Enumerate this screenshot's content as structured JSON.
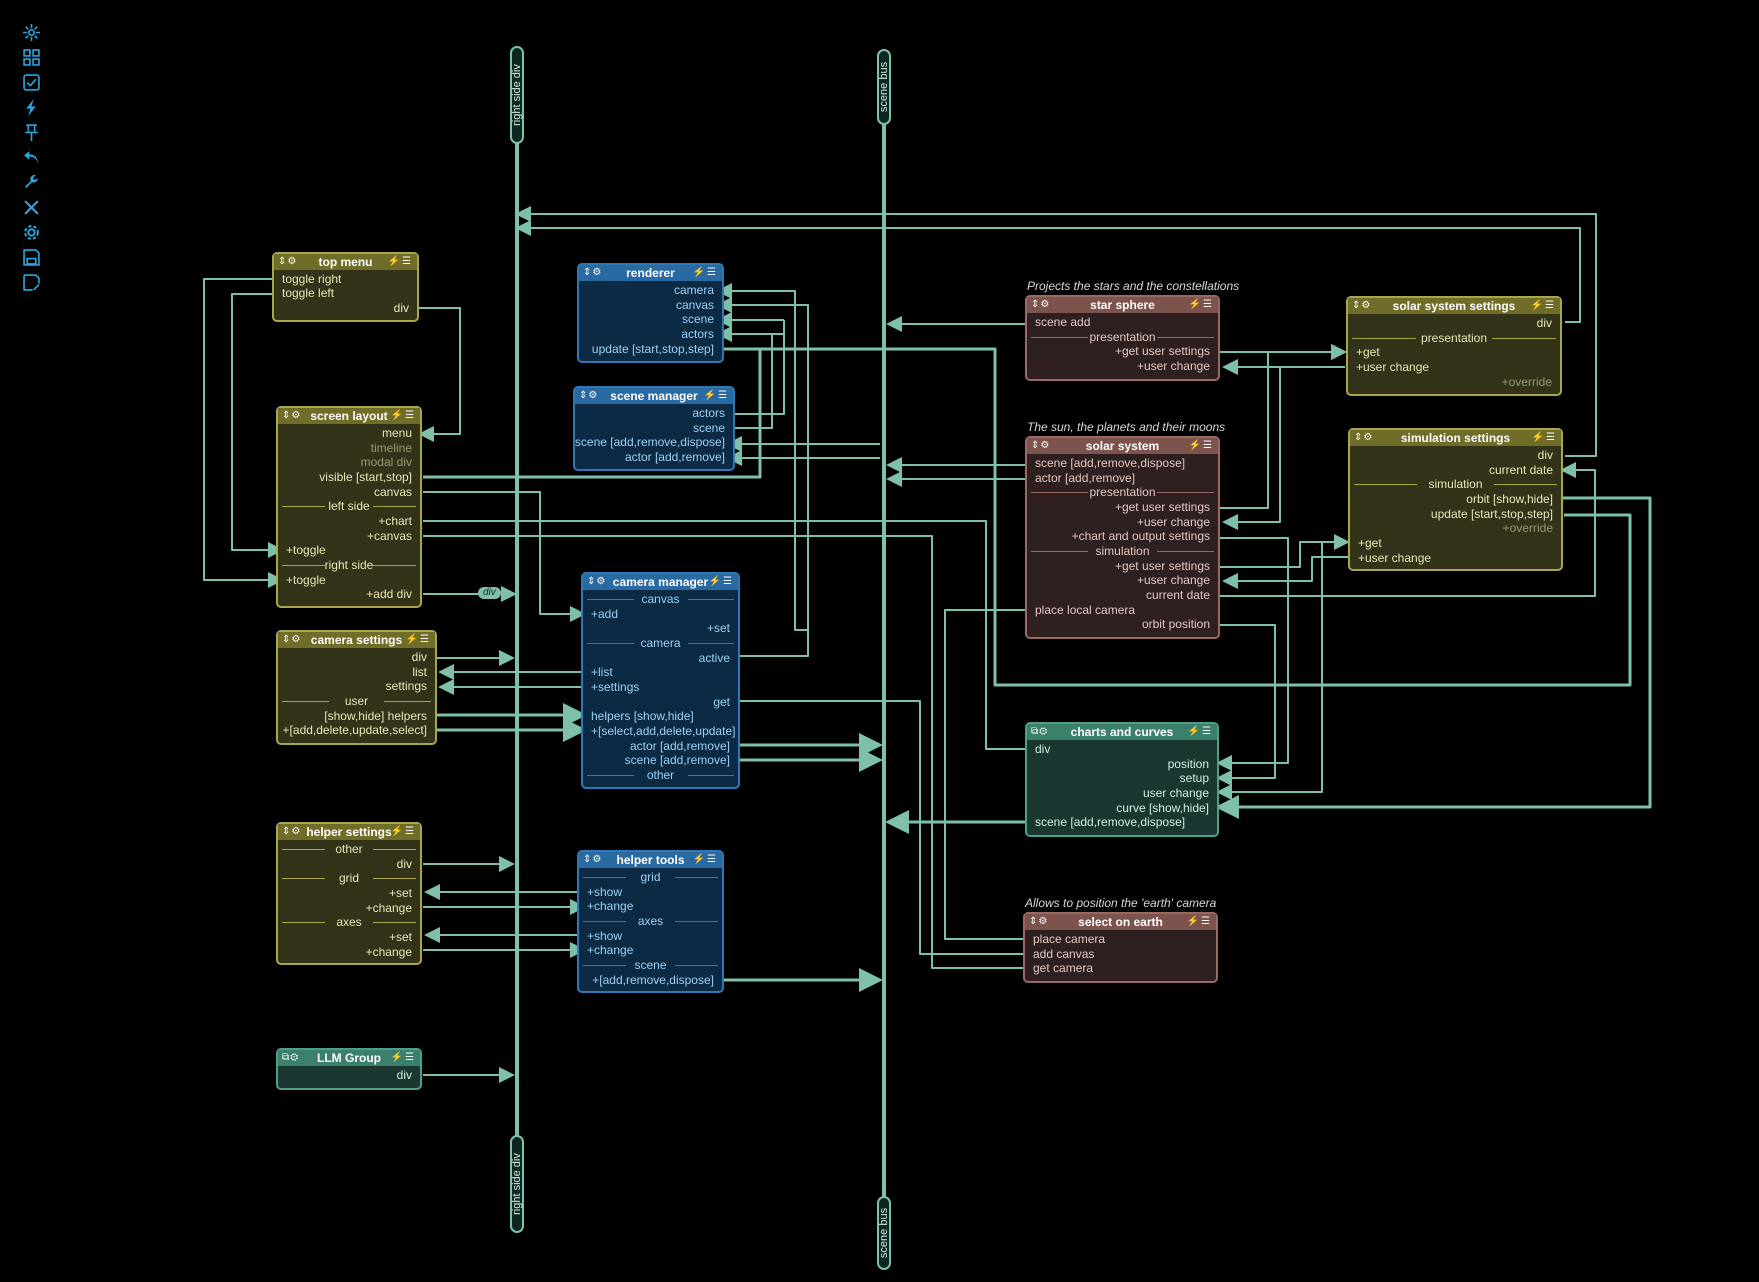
{
  "toolbar": [
    "sparkle-icon",
    "grid-icon",
    "checkbox-icon",
    "bolt-icon",
    "pin-icon",
    "undo-icon",
    "wrench-icon",
    "tools-icon",
    "gear-icon",
    "save-icon",
    "save-as-icon"
  ],
  "colors": {
    "wire": "#7fc0ad",
    "accent": "#29a8e0",
    "olive": "#a9a74e",
    "blue": "#2f78b5",
    "mauve": "#9a6a62",
    "teal": "#4f9f88"
  },
  "buses": {
    "right_side_div": "right side div",
    "scene_bus": "scene bus"
  },
  "pill": "div",
  "notes": {
    "star_sphere": "Projects the stars and the constellations",
    "solar_system": "The sun, the planets and their moons",
    "select_on_earth": "Allows to position the 'earth' camera"
  },
  "nodes": {
    "top_menu": {
      "title": "top menu",
      "rows": [
        "toggle right",
        "toggle left",
        "div"
      ]
    },
    "screen_layout": {
      "title": "screen layout",
      "rows": [
        "menu",
        "timeline",
        "modal div",
        "visible [start,stop]",
        "canvas",
        "left side",
        "+chart",
        "+canvas",
        "+toggle",
        "right side",
        "+toggle",
        "+add div"
      ]
    },
    "camera_settings": {
      "title": "camera settings",
      "rows": [
        "div",
        "list",
        "settings",
        "user",
        "[show,hide] helpers",
        "+[add,delete,update,select]"
      ]
    },
    "helper_settings": {
      "title": "helper settings",
      "rows": [
        "other",
        "div",
        "grid",
        "+set",
        "+change",
        "axes",
        "+set",
        "+change"
      ]
    },
    "llm_group": {
      "title": "LLM Group",
      "rows": [
        "div"
      ]
    },
    "renderer": {
      "title": "renderer",
      "rows": [
        "camera",
        "canvas",
        "scene",
        "actors",
        "update [start,stop,step]"
      ]
    },
    "scene_manager": {
      "title": "scene manager",
      "rows": [
        "actors",
        "scene",
        "scene [add,remove,dispose]",
        "actor [add,remove]"
      ]
    },
    "camera_manager": {
      "title": "camera manager",
      "rows": [
        "canvas",
        "+add",
        "+set",
        "camera",
        "active",
        "+list",
        "+settings",
        "get",
        "helpers [show,hide]",
        "+[select,add,delete,update]",
        "actor [add,remove]",
        "scene [add,remove]",
        "other"
      ]
    },
    "helper_tools": {
      "title": "helper tools",
      "rows": [
        "grid",
        "+show",
        "+change",
        "axes",
        "+show",
        "+change",
        "scene",
        "+[add,remove,dispose]"
      ]
    },
    "star_sphere": {
      "title": "star sphere",
      "rows": [
        "scene add",
        "presentation",
        "+get user settings",
        "+user change"
      ]
    },
    "solar_system_settings": {
      "title": "solar system settings",
      "rows": [
        "div",
        "presentation",
        "+get",
        "+user change",
        "+override"
      ]
    },
    "solar_system": {
      "title": "solar system",
      "rows": [
        "scene [add,remove,dispose]",
        "actor [add,remove]",
        "presentation",
        "+get user settings",
        "+user change",
        "+chart and output settings",
        "simulation",
        "+get user settings",
        "+user change",
        "current date",
        "place local camera",
        "orbit position"
      ]
    },
    "simulation_settings": {
      "title": "simulation settings",
      "rows": [
        "div",
        "current date",
        "simulation",
        "orbit [show,hide]",
        "update [start,stop,step]",
        "+override",
        "+get",
        "+user change"
      ]
    },
    "charts_and_curves": {
      "title": "charts and curves",
      "rows": [
        "div",
        "position",
        "setup",
        "user change",
        "curve [show,hide]",
        "scene [add,remove,dispose]"
      ]
    },
    "select_on_earth": {
      "title": "select on earth",
      "rows": [
        "place camera",
        "add canvas",
        "get camera"
      ]
    }
  }
}
